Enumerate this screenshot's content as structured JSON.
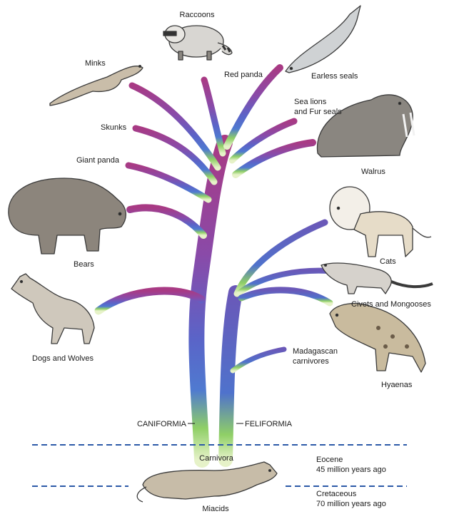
{
  "branch_labels": {
    "raccoons": "Raccoons",
    "red_panda": "Red panda",
    "earless_seals": "Earless seals",
    "minks": "Minks",
    "sea_lions_line1": "Sea lions",
    "sea_lions_line2": "and Fur seals",
    "skunks": "Skunks",
    "walrus": "Walrus",
    "giant_panda": "Giant panda",
    "bears": "Bears",
    "cats": "Cats",
    "civets": "Civets and Mongooses",
    "dogs": "Dogs and Wolves",
    "madagascan_line1": "Madagascan",
    "madagascan_line2": "carnivores",
    "hyaenas": "Hyaenas"
  },
  "clades": {
    "caniformia": "CANIFORMIA",
    "feliformia": "FELIFORMIA",
    "root": "Carnivora",
    "ancestor": "Miacids"
  },
  "eras": {
    "eocene_name": "Eocene",
    "eocene_age": "45 million years ago",
    "cretaceous_name": "Cretaceous",
    "cretaceous_age": "70 million years ago"
  },
  "colors": {
    "trunk_top": "#b23a86",
    "trunk_mid": "#5b62c4",
    "trunk_base": "#9ccf5a",
    "timeline_dash": "#2c5aa8",
    "animal_fill": "#c8c0b4",
    "animal_outline": "#3a3a3a"
  }
}
